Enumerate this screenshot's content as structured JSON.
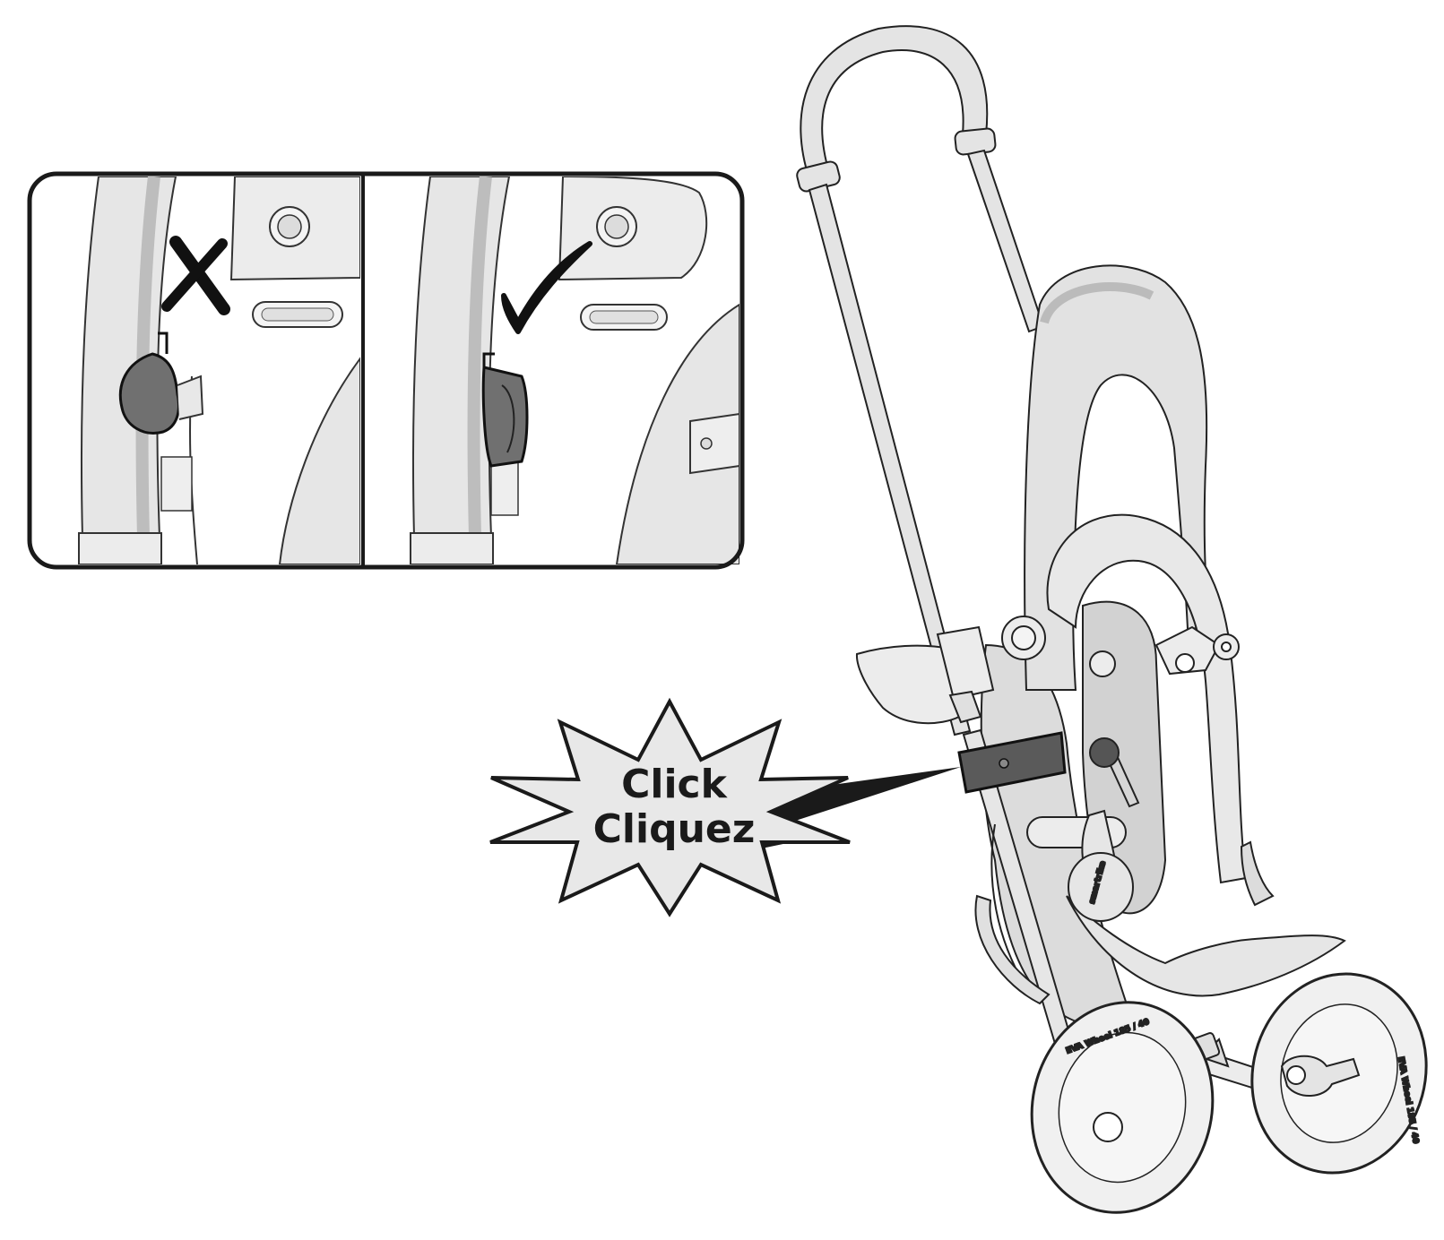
{
  "callout": {
    "line1": "Click",
    "line2": "Cliquez"
  },
  "wheel_label": "EVA Wheel 185 / 40",
  "brand": "smartrike",
  "inset_wrong_mark": "X",
  "inset_right_mark": "✓",
  "colors": {
    "outline": "#1a1a1a",
    "part_fill": "#e3e3e3",
    "shadow_fill": "#c9c9c9",
    "latch_fill": "#6e6e6e",
    "strap_fill": "#5a5a5a",
    "starburst_fill": "#e8e8e8"
  }
}
